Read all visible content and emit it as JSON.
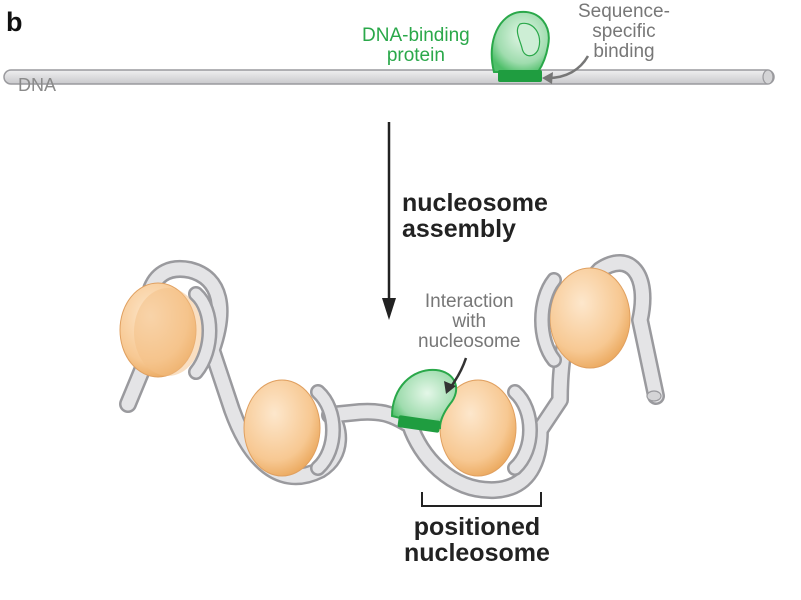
{
  "panel_label": "b",
  "labels": {
    "dna": "DNA",
    "dna_binding_protein": [
      "DNA-binding",
      "protein"
    ],
    "sequence_specific_binding": [
      "Sequence-",
      "specific",
      "binding"
    ],
    "nucleosome_assembly": [
      "nucleosome",
      "assembly"
    ],
    "interaction_with_nucleosome": [
      "Interaction",
      "with",
      "nucleosome"
    ],
    "positioned_nucleosome": [
      "positioned",
      "nucleosome"
    ]
  },
  "colors": {
    "dna_fill": "#d9d9db",
    "dna_stroke": "#9a9a9e",
    "protein_green": "#2aa84a",
    "protein_light": "#bfe8c8",
    "histone_fill": "#f7c892",
    "histone_light": "#fbe3c4",
    "arrow": "#222222"
  }
}
